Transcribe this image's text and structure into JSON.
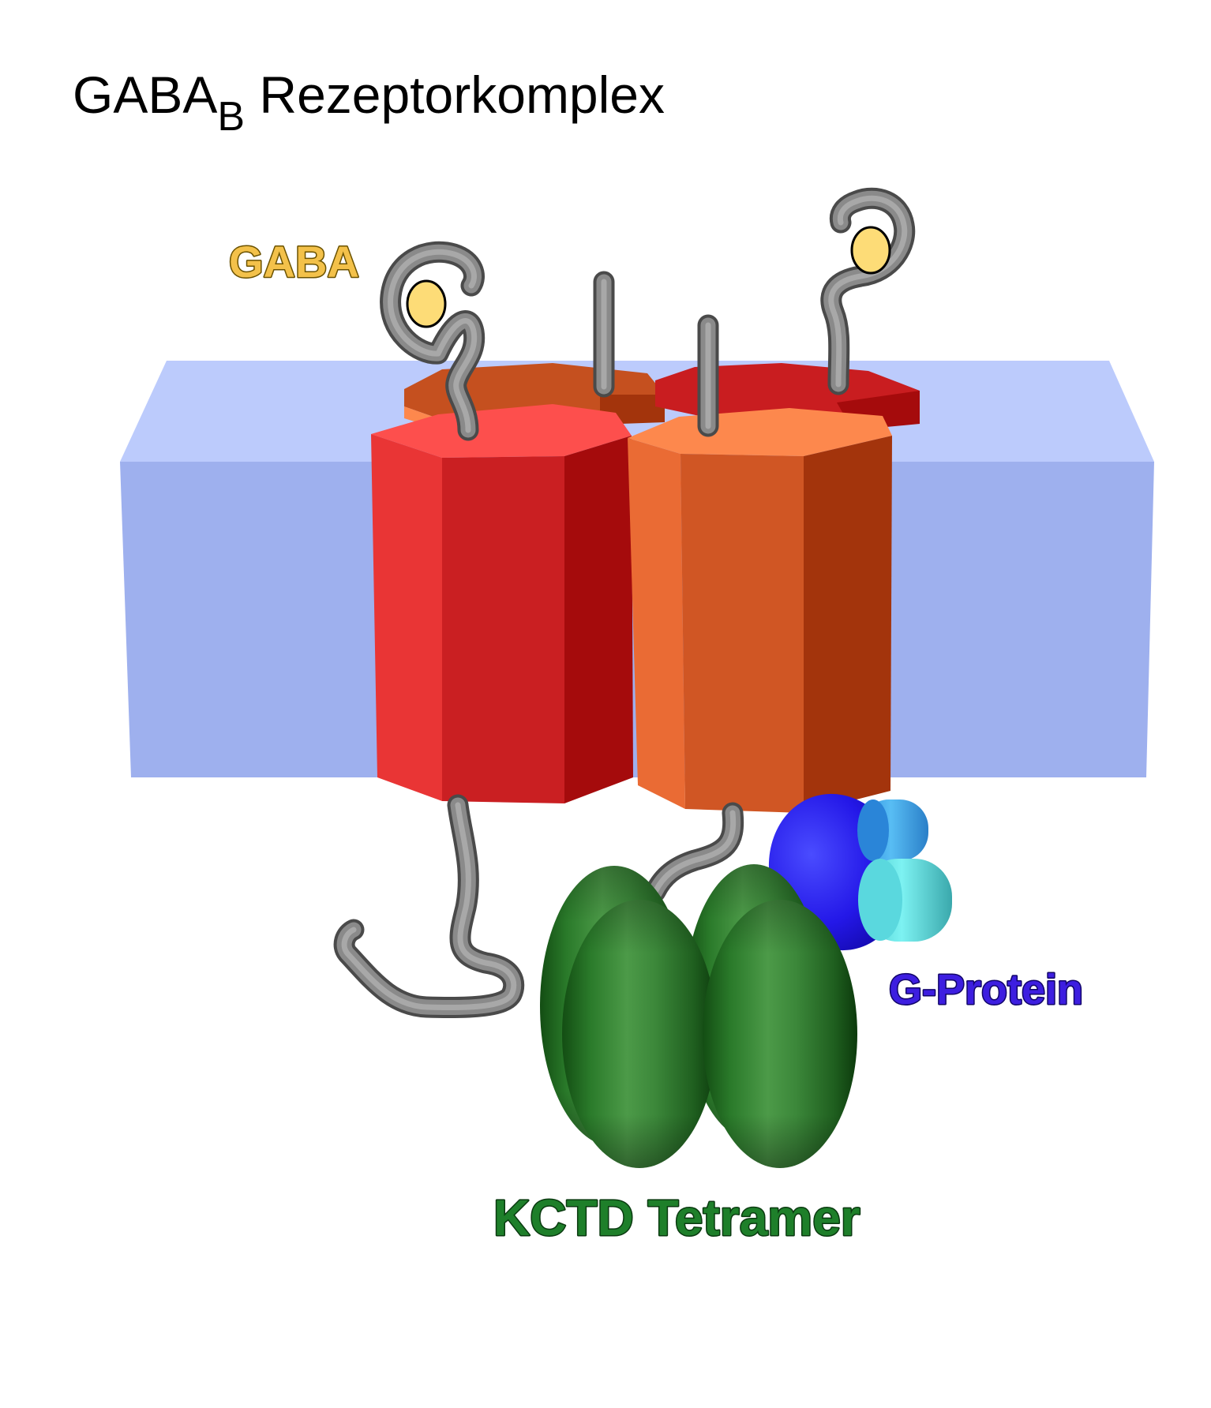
{
  "title": {
    "main": "GABA",
    "subscript": "B",
    "rest": " Rezeptorkomplex"
  },
  "labels": {
    "gaba": "GABA",
    "g_protein": "G-Protein",
    "kctd": "KCTD Tetramer"
  },
  "colors": {
    "membrane_top": "#bfcffc",
    "membrane_front": "#9eb0ee",
    "red_light": "#e93535",
    "red_mid": "#ca1f22",
    "red_dark": "#a50b0c",
    "red_top": "#fd4f4d",
    "orange_light": "#ea6b34",
    "orange_mid": "#d05624",
    "orange_dark": "#a3340c",
    "orange_top": "#fd884d",
    "back_orange_top": "#c5501f",
    "back_red_top": "#c91d20",
    "chain": "#808080",
    "gaba_ligand": "#fddc77",
    "gaba_label": "#f3c14a",
    "g_protein_blue": "#3a20f0",
    "g_protein_label": "#3d1ee0",
    "g_light_blue": "#4bb0f0",
    "g_cyan": "#6ee8ea",
    "kctd_green": "#2c7a2c",
    "kctd_label": "#1e7f2a"
  }
}
